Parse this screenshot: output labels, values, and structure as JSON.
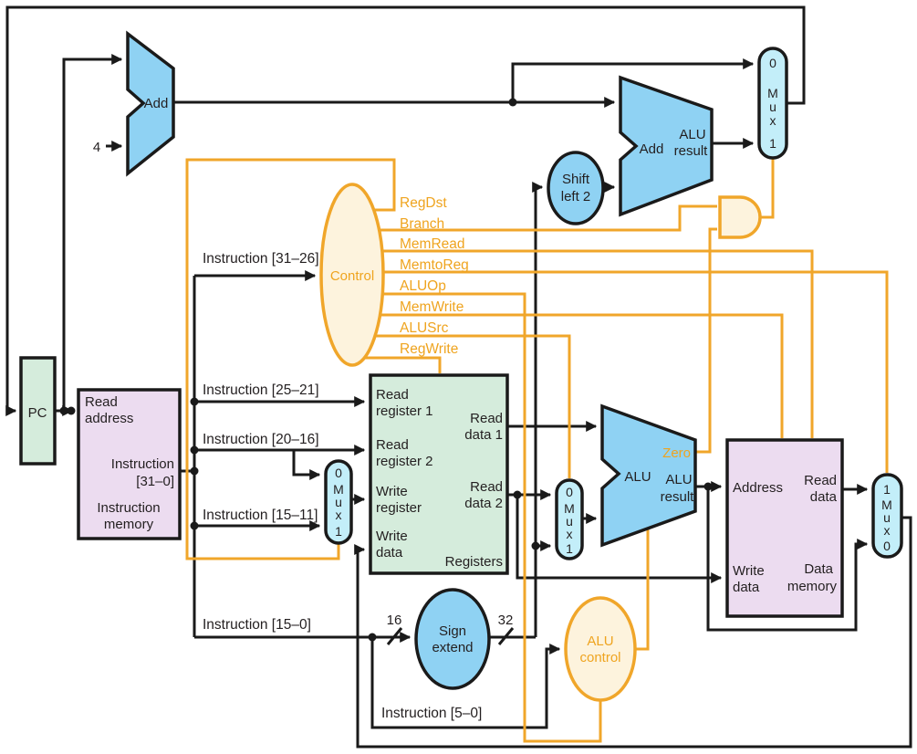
{
  "colors": {
    "accent_orange": "#F0A62A",
    "orange_text": "#EFA41F",
    "shape_blue": "#8FD2F3",
    "mux_cyan": "#C3EEF9",
    "block_green": "#D5ECDC",
    "block_lavender": "#ECDCF0",
    "oval_cream": "#FDF3DD",
    "wire_black": "#1A1A1A"
  },
  "pc": {
    "label": "PC"
  },
  "pc_adder": {
    "label": "Add",
    "increment": "4"
  },
  "branch_adder": {
    "label": "Add",
    "result_line1": "ALU",
    "result_line2": "result"
  },
  "shift_left_2": {
    "line1": "Shift",
    "line2": "left 2"
  },
  "control": {
    "label": "Control",
    "signals": [
      "RegDst",
      "Branch",
      "MemRead",
      "MemtoReg",
      "ALUOp",
      "MemWrite",
      "ALUSrc",
      "RegWrite"
    ]
  },
  "instruction_memory": {
    "port_read_address": [
      "Read",
      "address"
    ],
    "port_instruction": [
      "Instruction",
      "[31–0]"
    ],
    "name": [
      "Instruction",
      "memory"
    ]
  },
  "instruction_buses": {
    "i31_26": "Instruction [31–26]",
    "i25_21": "Instruction [25–21]",
    "i20_16": "Instruction [20–16]",
    "i15_11": "Instruction [15–11]",
    "i15_0": "Instruction [15–0]",
    "i5_0": "Instruction [5–0]"
  },
  "registers": {
    "port_read_register_1": [
      "Read",
      "register 1"
    ],
    "port_read_register_2": [
      "Read",
      "register 2"
    ],
    "port_write_register": [
      "Write",
      "register"
    ],
    "port_write_data": [
      "Write",
      "data"
    ],
    "port_read_data_1": [
      "Read",
      "data 1"
    ],
    "port_read_data_2": [
      "Read",
      "data 2"
    ],
    "name": "Registers"
  },
  "sign_extend": {
    "line1": "Sign",
    "line2": "extend",
    "in_width": "16",
    "out_width": "32"
  },
  "alu": {
    "label": "ALU",
    "zero": "Zero",
    "result_line1": "ALU",
    "result_line2": "result"
  },
  "alu_control": {
    "line1": "ALU",
    "line2": "control"
  },
  "data_memory": {
    "port_address": "Address",
    "port_read_data": [
      "Read",
      "data"
    ],
    "port_write_data": [
      "Write",
      "data"
    ],
    "name": [
      "Data",
      "memory"
    ]
  },
  "muxes": {
    "pcsrc": [
      "0",
      "M",
      "u",
      "x",
      "1"
    ],
    "regdst": [
      "0",
      "M",
      "u",
      "x",
      "1"
    ],
    "alusrc": [
      "0",
      "M",
      "u",
      "x",
      "1"
    ],
    "memtoreg": [
      "1",
      "M",
      "u",
      "x",
      "0"
    ]
  }
}
